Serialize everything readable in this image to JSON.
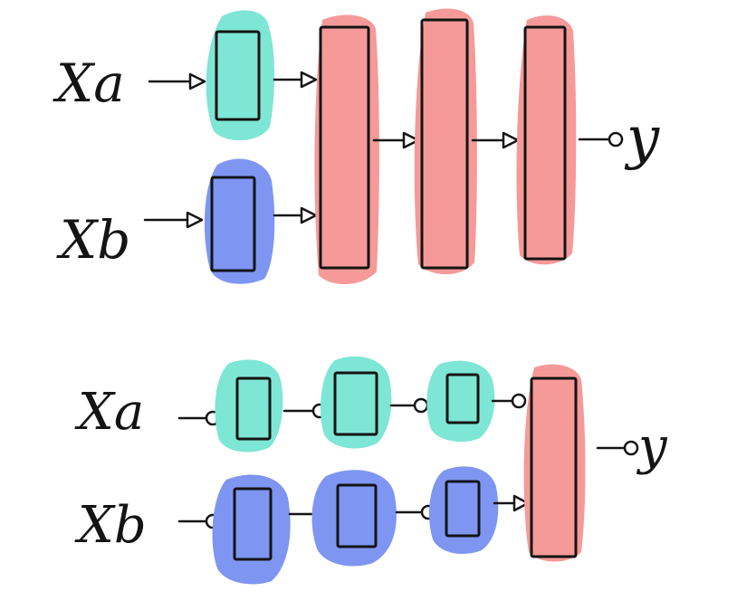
{
  "colors": {
    "input_a": "#7ee6d4",
    "input_b": "#7e96f2",
    "shared": "#f59a98",
    "ink": "#141414"
  },
  "top_network": {
    "input_a_label": "Xa",
    "input_b_label": "Xb",
    "output_label": "y"
  },
  "bottom_network": {
    "input_a_label": "Xa",
    "input_b_label": "Xb",
    "output_label": "y"
  }
}
